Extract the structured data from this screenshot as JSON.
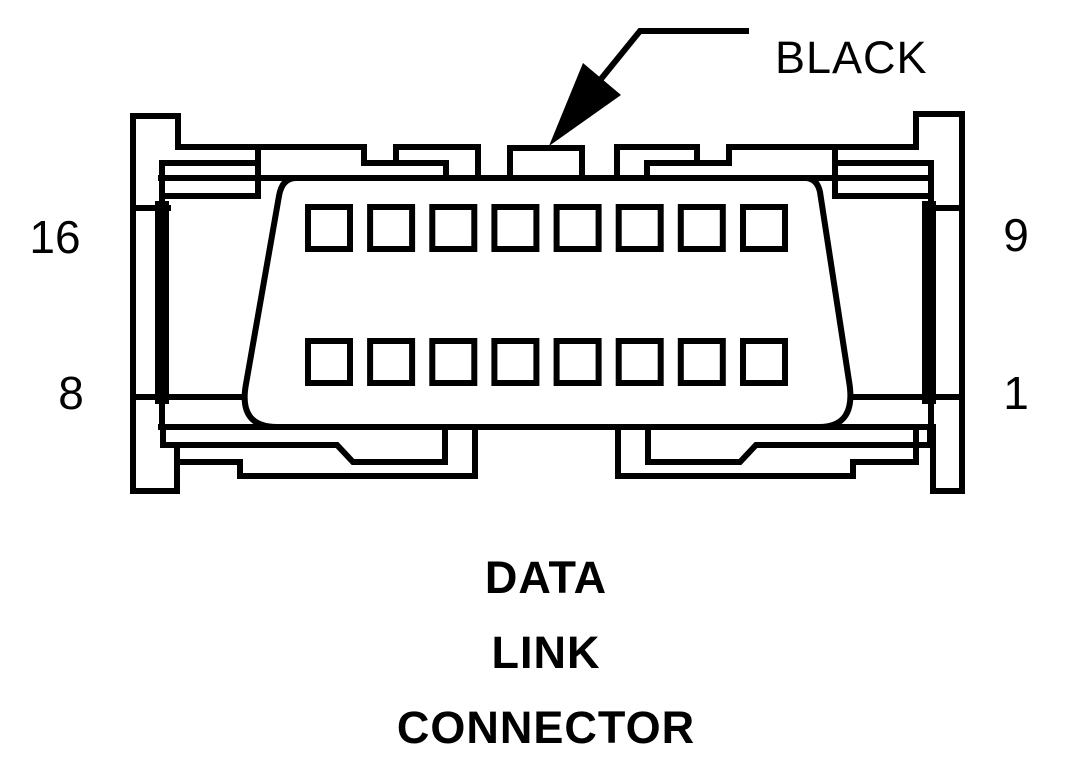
{
  "diagram": {
    "annotation_label": "BLACK",
    "caption_lines": [
      "DATA",
      "LINK",
      "CONNECTOR"
    ],
    "pin_labels": {
      "top_left": "16",
      "bottom_left": "8",
      "top_right": "9",
      "bottom_right": "1"
    },
    "connector": {
      "rows": 2,
      "pins_per_row": 8
    },
    "colors": {
      "line": "#000000",
      "background": "#ffffff",
      "index_bar": "#000000"
    }
  }
}
